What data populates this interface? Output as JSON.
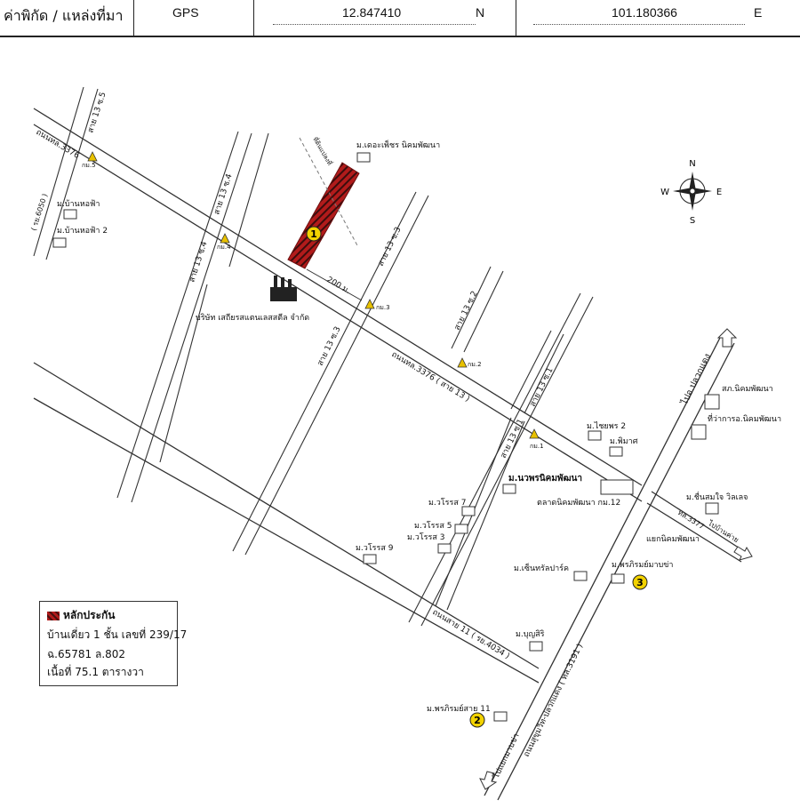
{
  "gps": {
    "label": "ค่าพิกัด / แหล่งที่มา",
    "source": "GPS",
    "latitude": "12.847410",
    "lat_dir": "N",
    "longitude": "101.180366",
    "lon_dir": "E"
  },
  "compass": {
    "n": "N",
    "s": "S",
    "e": "E",
    "w": "W"
  },
  "labels": {
    "subject_site_vertical": "ที่ดินแปลงที่",
    "village_diamond": "ม.เดอะเพ็ชร นิคมพัฒนา",
    "village_banhofa": "ม.บ้านหอฟ้า",
    "village_banhofa2": "ม.บ้านหอฟ้า 2",
    "factory": "บริษัท เสถียรสแตนเลสสตีล จำกัด",
    "distance": "200 ม.",
    "road_3376": "ถนนทล.3376 ( สาย 13 )",
    "road_3376_left": "ถนนทล.3376",
    "road_6050": "( รย.6050 )",
    "soi_13_5": "สาย 13 ซ.5",
    "soi_13_4_a": "สาย 13 ซ.4",
    "soi_13_4_b": "สาย 13 ซ.4",
    "soi_13_3_a": "สาย 13 ซ.3",
    "soi_13_3_b": "สาย 13 ซ.3",
    "soi_13_2": "สาย 13 ซ.2",
    "soi_13_1_a": "สาย 13 ซ.1",
    "soi_13_1_b": "สาย 13 ซ.1",
    "km5": "กม.5",
    "km4": "กม.4",
    "km3": "กม.3",
    "km2": "กม.2",
    "km1": "กม.1",
    "village_chaiyaporn": "ม.ไชยพร 2",
    "village_phimarn": "ม.พิมาศ",
    "amphoe_office": "สภ.นิคมพัฒนา",
    "district_office": "ที่ว่าการอ.นิคมพัฒนา",
    "to_plaukdaeng": "ไปอ.ปลวกแดง",
    "village_nawaporn": "ม.นวพรนิคมพัฒนา",
    "market": "ตลาดนิคมพัฒนา กม.12",
    "village_chuensamai": "ม.ชื่นสมใจ วิลเลจ",
    "road_3377": "ทล.3377",
    "to_ban_khai": "ไปบ้านค่าย",
    "junction": "แยกนิคมพัฒนา",
    "village_wararos7": "ม.วโรรส 7",
    "village_wararos5": "ม.วโรรส 5",
    "village_wararos3": "ม.วโรรส 3",
    "village_wararos9": "ม.วโรรส 9",
    "village_central_park": "ม.เซ็นทรัลปาร์ค",
    "village_pornrom_sai": "ม.พรภิรมย์มาบข่า",
    "village_boonsiri": "ม.บุญสิริ",
    "road_sai11": "ถนนสาย 11 ( รย.4034 )",
    "village_pornrom_11": "ม.พรภิรมย์สาย 11",
    "road_sukhumvit": "ถนนสุขุมวิท-ปลวกแดง ( ทล.3191 )",
    "to_maptaphut": "ไปแยกมาบข่า"
  },
  "markers": [
    "1",
    "2",
    "3"
  ],
  "legend": {
    "title": "หลักประกัน",
    "line1": "บ้านเดี่ยว 1 ชั้น เลขที่ 239/17",
    "line2": "ฉ.65781 ล.802",
    "line3": "เนื้อที่ 75.1 ตารางวา"
  },
  "colors": {
    "subject": "#b21b1b",
    "marker": "#f2d200",
    "road": "#333333",
    "km_sign": "#e8c100"
  }
}
